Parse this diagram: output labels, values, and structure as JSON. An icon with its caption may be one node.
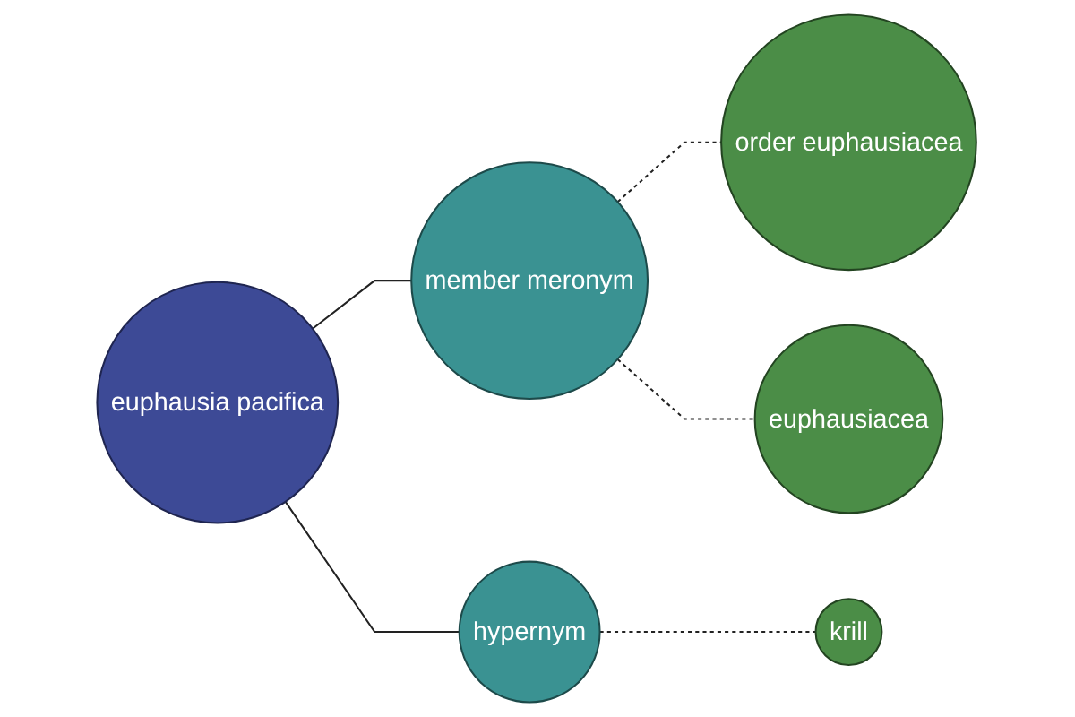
{
  "diagram": {
    "nodes": [
      {
        "text": [
          "euphausia pacifica"
        ]
      },
      {
        "text": [
          "member meronym"
        ]
      },
      {
        "text": [
          "order euphausiacea"
        ]
      },
      {
        "text": [
          "euphausiacea"
        ]
      },
      {
        "text": [
          "hypernym"
        ]
      },
      {
        "text": [
          "krill"
        ]
      }
    ],
    "edges": [
      {
        "from": 0,
        "to": 1,
        "arrow": "none"
      },
      {
        "from": 1,
        "to": 2,
        "arrow": "none",
        "style": "dashed"
      },
      {
        "from": 1,
        "to": 3,
        "arrow": "none",
        "style": "dashed"
      },
      {
        "from": 0,
        "to": 4,
        "arrow": "none"
      },
      {
        "from": 4,
        "to": 5,
        "arrow": "none",
        "style": "dashed"
      }
    ]
  }
}
